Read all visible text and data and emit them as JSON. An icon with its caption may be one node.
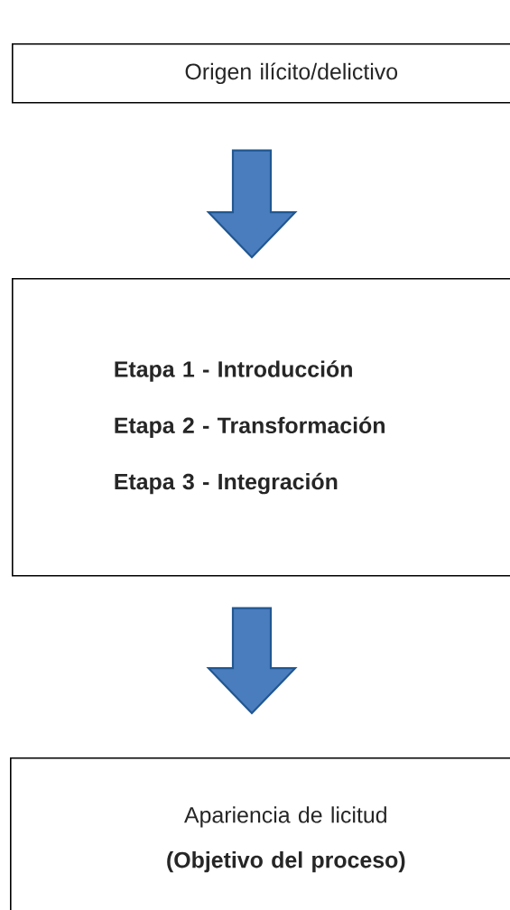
{
  "diagram": {
    "nodes": [
      {
        "text": [
          "Origen ilícito/delictivo"
        ]
      },
      {
        "text": [
          "Etapa 1 - Introducción",
          "Etapa 2 - Transformación",
          "Etapa 3 - Integración"
        ]
      },
      {
        "text": [
          "Apariencia de licitud",
          "(Objetivo del proceso)"
        ]
      }
    ],
    "edges": [
      {
        "from": 0,
        "to": 1,
        "arrow": "to"
      },
      {
        "from": 1,
        "to": 2,
        "arrow": "to"
      }
    ]
  }
}
